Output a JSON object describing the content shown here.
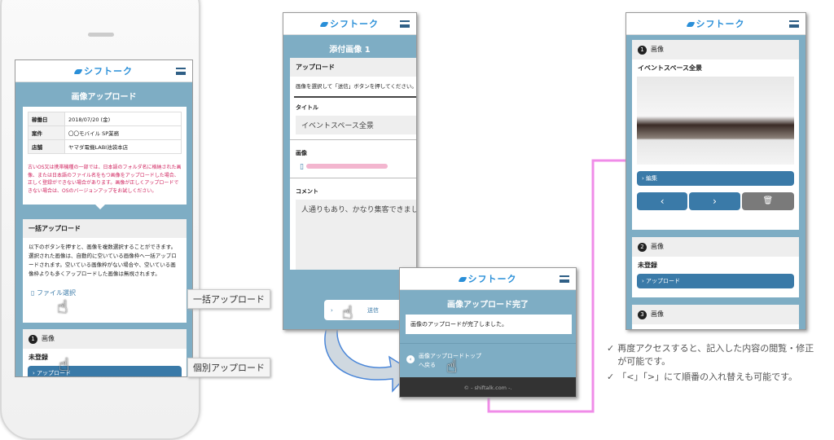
{
  "brand": "シフトーク",
  "left": {
    "title": "画像アップロード",
    "table": [
      [
        "稼働日",
        "2018/07/20 (金)"
      ],
      [
        "案件",
        "〇〇モバイル SP業務"
      ],
      [
        "店舗",
        "ヤマダ電機LABI池袋本店"
      ]
    ],
    "warning": "古いOS又は携帯機種の一部では、日本語のフォルダ名に格納された画像、または日本語のファイル名をもつ画像をアップロードした場合、正しく登録ができない場合があります。画像が正しくアップロードできない場合は、OSのバージョンアップをお試しください。",
    "bulk_header": "一括アップロード",
    "bulk_text": "以下のボタンを押すと、画像を複数選択することができます。選択された画像は、自動的に空いている画像枠へ一括アップロードされます。空いている画像枠がない場合や、空いている画像枠よりも多くアップロードした画像は無視されます。",
    "file_select": "ファイル選択",
    "image_num": "1",
    "image_header": "画像",
    "unregistered": "未登録",
    "upload_btn": "アップロード"
  },
  "callouts": {
    "bulk": "一括アップロード",
    "single": "個別アップロード"
  },
  "middle": {
    "title": "添付画像 1",
    "section": "アップロード",
    "instruction": "画像を選択して「送信」ボタンを押してください。",
    "title_label": "タイトル",
    "title_value": "イベントスペース全景",
    "image_label": "画像",
    "comment_label": "コメント",
    "comment_value": "人通りもあり、かなり集客できました!",
    "submit": "送信"
  },
  "complete": {
    "title": "画像アップロード完了",
    "message": "画像のアップロードが完了しました。",
    "back_line1": "画像アップロードトップ",
    "back_line2": "へ戻る",
    "footer": "© - shiftalk.com -."
  },
  "right": {
    "items": [
      {
        "num": "1",
        "header": "画像",
        "name": "イベントスペース全景",
        "edit": "編集"
      },
      {
        "num": "2",
        "header": "画像",
        "status": "未登録",
        "upload": "アップロード"
      },
      {
        "num": "3",
        "header": "画像"
      }
    ]
  },
  "notes": [
    "再度アクセスすると、記入した内容の閲覧・修正が可能です。",
    "「<」「>」にて順番の入れ替えも可能です。"
  ],
  "colors": {
    "accent": "#7eadc4",
    "button": "#3a7aa8",
    "warning": "#d0245f",
    "connector": "#f08ce8"
  }
}
